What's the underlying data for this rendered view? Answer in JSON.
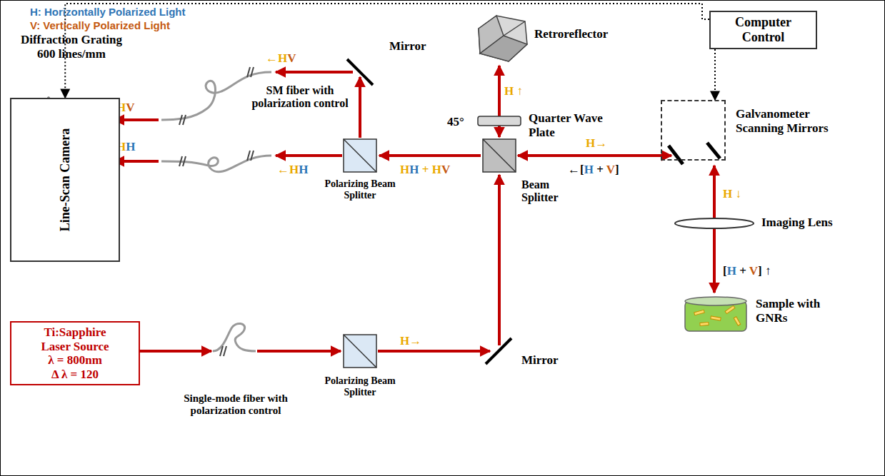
{
  "diagram": {
    "nodes": [
      {
        "text": [
          "Computer Control"
        ]
      },
      {
        "text": [
          "Line-Scan Camera"
        ]
      },
      {
        "text": [
          "Ti:Sapphire Laser Source",
          "λ = 800nm",
          "Δ λ = 120"
        ]
      },
      {
        "text": [
          "Galvanometer Scanning Mirrors"
        ]
      }
    ],
    "edges": [
      {
        "from": 0,
        "to": 1,
        "arrow": "to"
      },
      {
        "from": 0,
        "to": 3,
        "arrow": "to"
      }
    ],
    "labels": [
      "H: Horizontally Polarized Light",
      "V: Vertically Polarized Light",
      "Diffraction Grating 600 lines/mm",
      "←HV",
      "Mirror",
      "Retroreflector",
      "45°",
      "Quarter Wave Plate",
      "H ↑",
      "HV",
      "SM fiber with polarization control",
      "HH",
      "←HH",
      "HH + HV",
      "H→",
      "←[H + V]",
      "Polarizing Beam Splitter",
      "Beam Splitter",
      "H ↓",
      "Imaging Lens",
      "[H + V] ↑",
      "Sample with GNRs",
      "Single-mode fiber with polarization control",
      "Polarizing Beam Splitter",
      "H→",
      "Mirror"
    ]
  }
}
